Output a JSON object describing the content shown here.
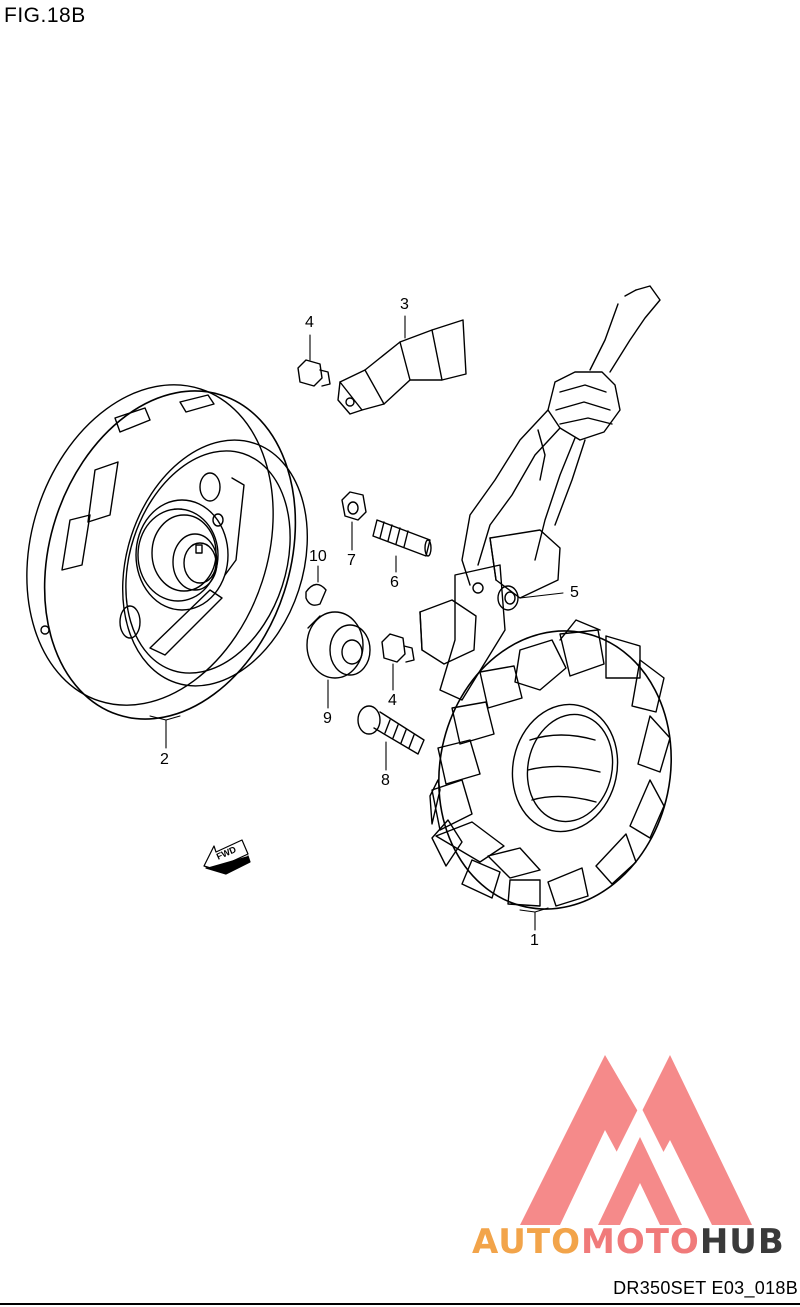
{
  "figure": {
    "title": "FIG.18B",
    "code": "DR350SET E03_018B"
  },
  "callouts": [
    {
      "id": "c1",
      "label": "1"
    },
    {
      "id": "c2",
      "label": "2"
    },
    {
      "id": "c3",
      "label": "3"
    },
    {
      "id": "c4a",
      "label": "4"
    },
    {
      "id": "c4b",
      "label": "4"
    },
    {
      "id": "c5",
      "label": "5"
    },
    {
      "id": "c6",
      "label": "6"
    },
    {
      "id": "c7",
      "label": "7"
    },
    {
      "id": "c8",
      "label": "8"
    },
    {
      "id": "c9",
      "label": "9"
    },
    {
      "id": "c10",
      "label": "10"
    }
  ],
  "direction_arrow": {
    "label": "FWD"
  },
  "watermark": {
    "brand_part1": "AUTO",
    "brand_part2": "MOTO",
    "brand_part3": "HUB",
    "colors": {
      "orange": "#f2a44a",
      "red": "#f07a7a",
      "dark": "#3a3a3a"
    }
  }
}
